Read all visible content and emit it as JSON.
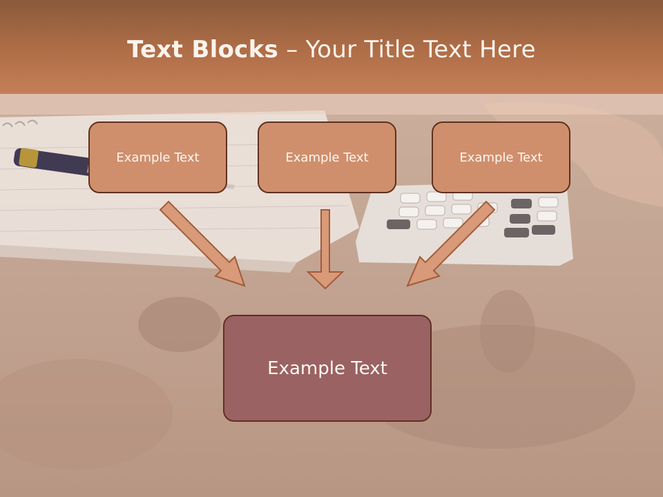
{
  "slide": {
    "title_bold": "Text Blocks",
    "title_sep": " – ",
    "title_rest": "Your Title Text Here"
  },
  "blocks": [
    {
      "text": "Example Text"
    },
    {
      "text": "Example Text"
    },
    {
      "text": "Example Text"
    }
  ],
  "main_block": {
    "text": "Example Text"
  },
  "colors": {
    "title_bar": "#c47f58",
    "small_box": "#d08f6c",
    "main_box": "#9a6262",
    "arrow_fill": "#d89a78",
    "border": "#5e3020"
  }
}
